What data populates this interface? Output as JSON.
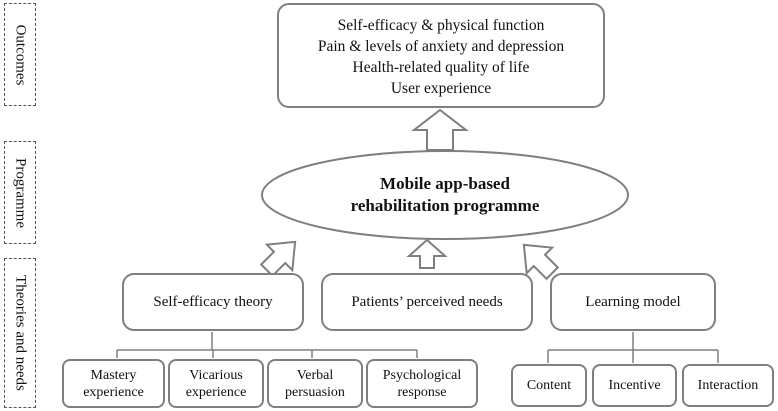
{
  "side_labels": {
    "outcomes": "Outcomes",
    "programme": "Programme",
    "theories": "Theories and needs"
  },
  "outcomes": {
    "lines": [
      "Self-efficacy & physical function",
      "Pain & levels of anxiety and depression",
      "Health-related quality of life",
      "User experience"
    ]
  },
  "programme": {
    "line1": "Mobile app-based",
    "line2": "rehabilitation programme"
  },
  "theories": {
    "self_efficacy": "Self-efficacy theory",
    "patients_needs": "Patients’ perceived needs",
    "learning_model": "Learning model"
  },
  "self_efficacy_sources": [
    {
      "line1": "Mastery",
      "line2": "experience"
    },
    {
      "line1": "Vicarious",
      "line2": "experience"
    },
    {
      "line1": "Verbal",
      "line2": "persuasion"
    },
    {
      "line1": "Psychological",
      "line2": "response"
    }
  ],
  "learning_elements": [
    "Content",
    "Incentive",
    "Interaction"
  ],
  "colors": {
    "border": "#7f7f7f",
    "dashed_border": "#555555",
    "text": "#111111"
  }
}
